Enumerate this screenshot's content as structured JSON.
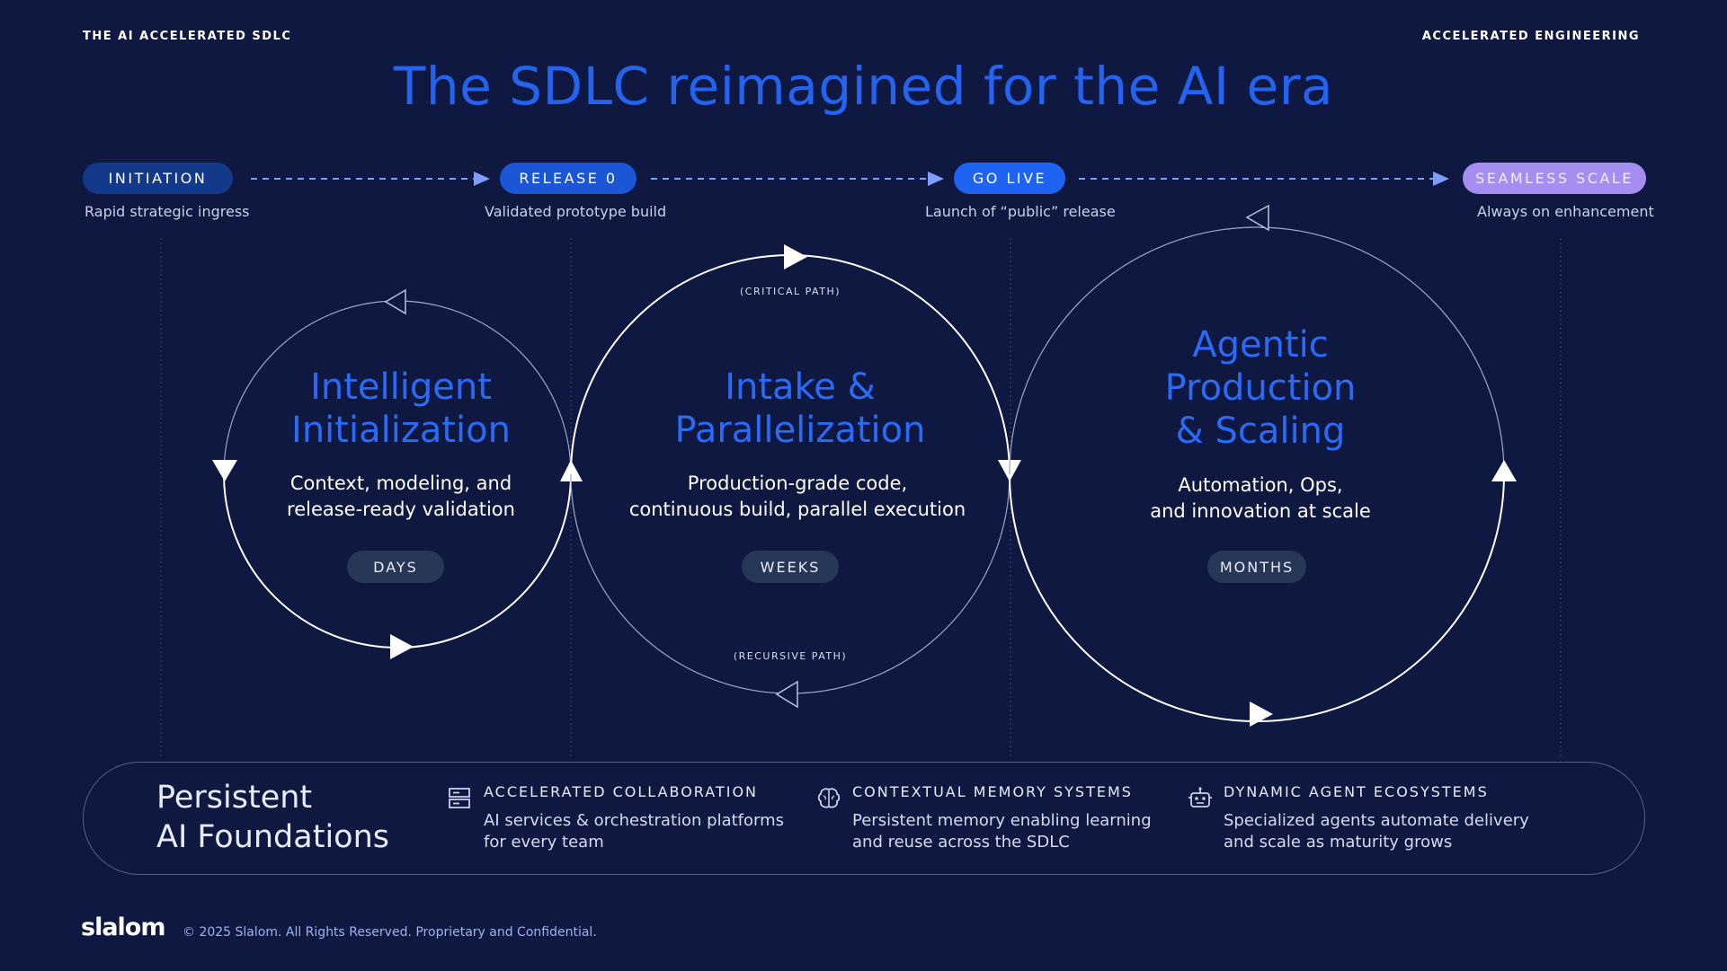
{
  "header": {
    "kicker_left": "THE AI ACCELERATED SDLC",
    "kicker_right": "ACCELERATED ENGINEERING",
    "title": "The SDLC reimagined for the AI era"
  },
  "milestones": [
    {
      "label": "INITIATION",
      "desc": "Rapid strategic ingress"
    },
    {
      "label": "RELEASE 0",
      "desc": "Validated prototype build"
    },
    {
      "label": "GO LIVE",
      "desc": "Launch of “public” release"
    },
    {
      "label": "SEAMLESS SCALE",
      "desc": "Always on enhancement"
    }
  ],
  "phases": [
    {
      "title_line1": "Intelligent",
      "title_line2": "Initialization",
      "title_line3": "",
      "desc_line1": "Context, modeling, and",
      "desc_line2": "release-ready validation",
      "duration": "DAYS"
    },
    {
      "title_line1": "Intake &",
      "title_line2": "Parallelization",
      "title_line3": "",
      "desc_line1": "Production-grade code,",
      "desc_line2": "continuous build, parallel execution",
      "duration": "WEEKS",
      "top_label": "(CRITICAL PATH)",
      "bottom_label": "(RECURSIVE PATH)"
    },
    {
      "title_line1": "Agentic",
      "title_line2": "Production",
      "title_line3": "& Scaling",
      "desc_line1": "Automation, Ops,",
      "desc_line2": "and innovation at scale",
      "duration": "MONTHS"
    }
  ],
  "foundations": {
    "title_line1": "Persistent",
    "title_line2": "AI Foundations",
    "items": [
      {
        "icon": "server-stack-icon",
        "heading": "ACCELERATED COLLABORATION",
        "text": "AI services & orchestration platforms for every team"
      },
      {
        "icon": "brain-icon",
        "heading": "CONTEXTUAL MEMORY SYSTEMS",
        "text": "Persistent memory enabling learning and reuse across the SDLC"
      },
      {
        "icon": "robot-icon",
        "heading": "DYNAMIC AGENT ECOSYSTEMS",
        "text": "Specialized agents automate delivery and scale as maturity grows"
      }
    ]
  },
  "footer": {
    "logo": "slalom",
    "copyright": "© 2025 Slalom. All Rights Reserved. Proprietary and Confidential."
  },
  "colors": {
    "background": "#0f1840",
    "title_blue": "#2462f0",
    "phase_blue": "#2a6af5",
    "seamless_scale": "#a58ef0"
  }
}
